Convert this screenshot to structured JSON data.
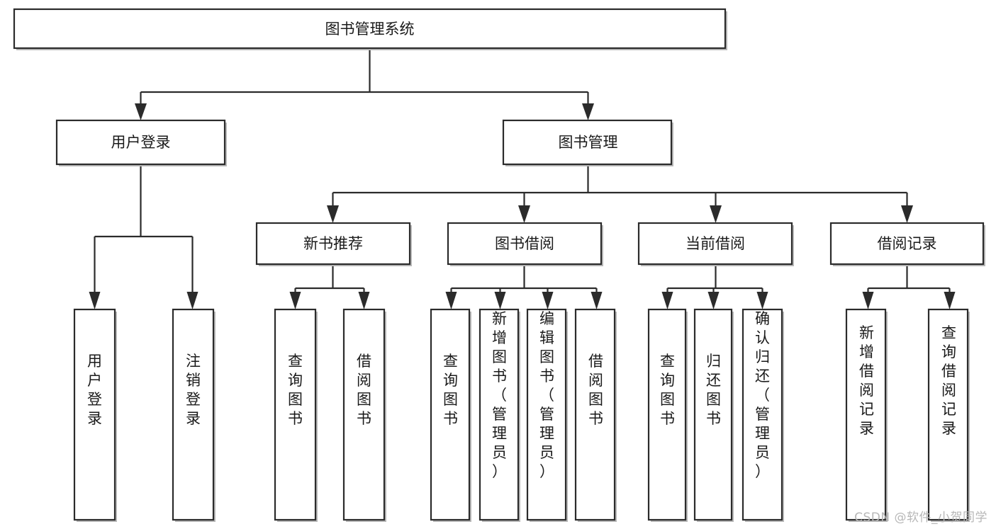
{
  "diagram": {
    "title": "图书管理系统",
    "watermark": "CSDN @软件_小贺同学",
    "accent_color": "#2b2b2b",
    "box_fill": "#ffffff",
    "shadow_color": "#b9b9b9",
    "level1": {
      "label": "图书管理系统"
    },
    "level2": [
      {
        "label": "用户登录"
      },
      {
        "label": "图书管理"
      }
    ],
    "level3": [
      {
        "label": "新书推荐"
      },
      {
        "label": "图书借阅"
      },
      {
        "label": "当前借阅"
      },
      {
        "label": "借阅记录"
      }
    ],
    "leaves": {
      "user_login": [
        {
          "label": "用户登录"
        },
        {
          "label": "注销登录"
        }
      ],
      "new_book_recommend": [
        {
          "label": "查询图书"
        },
        {
          "label": "借阅图书"
        }
      ],
      "book_borrow": [
        {
          "label": "查询图书"
        },
        {
          "label": "新增图书（管理员）"
        },
        {
          "label": "编辑图书（管理员）"
        },
        {
          "label": "借阅图书"
        }
      ],
      "current_borrow": [
        {
          "label": "查询图书"
        },
        {
          "label": "归还图书"
        },
        {
          "label": "确认归还（管理员）"
        }
      ],
      "borrow_record": [
        {
          "label": "新增借阅记录"
        },
        {
          "label": "查询借阅记录"
        }
      ]
    }
  },
  "chart_data": {
    "type": "table",
    "title": "图书管理系统",
    "hierarchy": {
      "node": "图书管理系统",
      "children": [
        {
          "node": "用户登录",
          "children": [
            {
              "node": "用户登录"
            },
            {
              "node": "注销登录"
            }
          ]
        },
        {
          "node": "图书管理",
          "children": [
            {
              "node": "新书推荐",
              "children": [
                {
                  "node": "查询图书"
                },
                {
                  "node": "借阅图书"
                }
              ]
            },
            {
              "node": "图书借阅",
              "children": [
                {
                  "node": "查询图书"
                },
                {
                  "node": "新增图书（管理员）"
                },
                {
                  "node": "编辑图书（管理员）"
                },
                {
                  "node": "借阅图书"
                }
              ]
            },
            {
              "node": "当前借阅",
              "children": [
                {
                  "node": "查询图书"
                },
                {
                  "node": "归还图书"
                },
                {
                  "node": "确认归还（管理员）"
                }
              ]
            },
            {
              "node": "借阅记录",
              "children": [
                {
                  "node": "新增借阅记录"
                },
                {
                  "node": "查询借阅记录"
                }
              ]
            }
          ]
        }
      ]
    }
  }
}
